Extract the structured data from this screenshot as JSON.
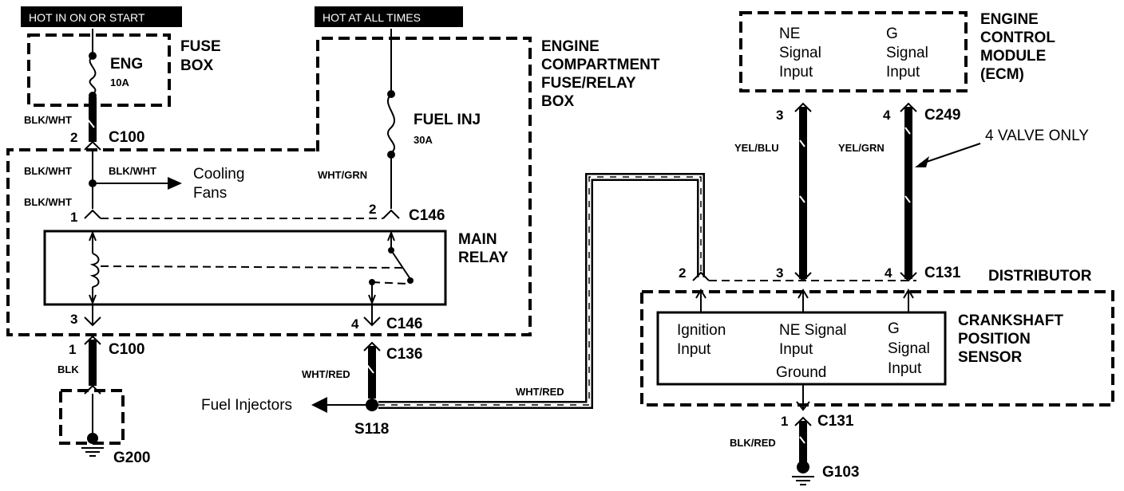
{
  "headers": {
    "hot_in_on": "HOT IN ON OR START",
    "hot_always": "HOT AT ALL TIMES"
  },
  "fuse_box": {
    "label_line1": "FUSE",
    "label_line2": "BOX",
    "fuse_name": "ENG",
    "fuse_rating": "10A"
  },
  "engine_box": {
    "line1": "ENGINE",
    "line2": "COMPARTMENT",
    "line3": "FUSE/RELAY",
    "line4": "BOX",
    "fuse_name": "FUEL INJ",
    "fuse_rating": "30A"
  },
  "ecm": {
    "line1": "ENGINE",
    "line2": "CONTROL",
    "line3": "MODULE",
    "line4": "(ECM)",
    "ne_l1": "NE",
    "ne_l2": "Signal",
    "ne_l3": "Input",
    "g_l1": "G",
    "g_l2": "Signal",
    "g_l3": "Input"
  },
  "relay": {
    "line1": "MAIN",
    "line2": "RELAY"
  },
  "cooling": {
    "line1": "Cooling",
    "line2": "Fans"
  },
  "distributor": {
    "label": "DISTRIBUTOR"
  },
  "ckp": {
    "line1": "CRANKSHAFT",
    "line2": "POSITION",
    "line3": "SENSOR",
    "ign_l1": "Ignition",
    "ign_l2": "Input",
    "ne_l1": "NE Signal",
    "ne_l2": "Input",
    "g_l1": "G",
    "g_l2": "Signal",
    "g_l3": "Input",
    "ground": "Ground"
  },
  "note": "4 VALVE ONLY",
  "fuel_injectors": "Fuel Injectors",
  "wires": {
    "blk_wht": "BLK/WHT",
    "wht_grn": "WHT/GRN",
    "blk": "BLK",
    "wht_red": "WHT/RED",
    "yel_blu": "YEL/BLU",
    "yel_grn": "YEL/GRN",
    "blk_red": "BLK/RED"
  },
  "connectors": {
    "c100": "C100",
    "c146": "C146",
    "c136": "C136",
    "c131": "C131",
    "c249": "C249",
    "s118": "S118",
    "g200": "G200",
    "g103": "G103"
  },
  "pins": {
    "p1": "1",
    "p2": "2",
    "p3": "3",
    "p4": "4"
  }
}
